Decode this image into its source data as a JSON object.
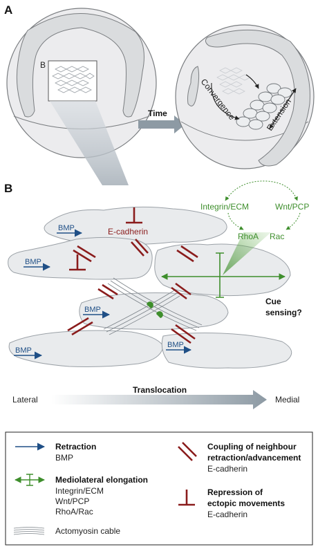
{
  "panel_a": {
    "letter": "A",
    "inset_letter": "B",
    "time_label": "Time",
    "convergence_label": "Convergence",
    "extension_label": "Extension"
  },
  "panel_b": {
    "letter": "B",
    "bmp_label": "BMP",
    "ecadherin_label": "E-cadherin",
    "integrin_label": "Integrin/ECM",
    "wnt_label": "Wnt/PCP",
    "rhoa_label": "RhoA",
    "rac_label": "Rac",
    "cue_line1": "Cue",
    "cue_line2": "sensing?",
    "translocation_label": "Translocation",
    "lateral_label": "Lateral",
    "medial_label": "Medial"
  },
  "legend": {
    "retraction_title": "Retraction",
    "retraction_sub": "BMP",
    "ml_title": "Mediolateral elongation",
    "ml_sub1": "Integrin/ECM",
    "ml_sub2": "Wnt/PCP",
    "ml_sub3": "RhoA/Rac",
    "actomyosin_label": "Actomyosin cable",
    "coupling_title1": "Coupling of neighbour",
    "coupling_title2": "retraction/advancement",
    "coupling_sub": "E-cadherin",
    "repression_title1": "Repression of",
    "repression_title2": "ectopic movements",
    "repression_sub": "E-cadherin"
  },
  "colors": {
    "blue_arrow": "#1f4f86",
    "green": "#3e8e2c",
    "red": "#8a1c1c",
    "gray_arrow": "#8d9aa4"
  }
}
